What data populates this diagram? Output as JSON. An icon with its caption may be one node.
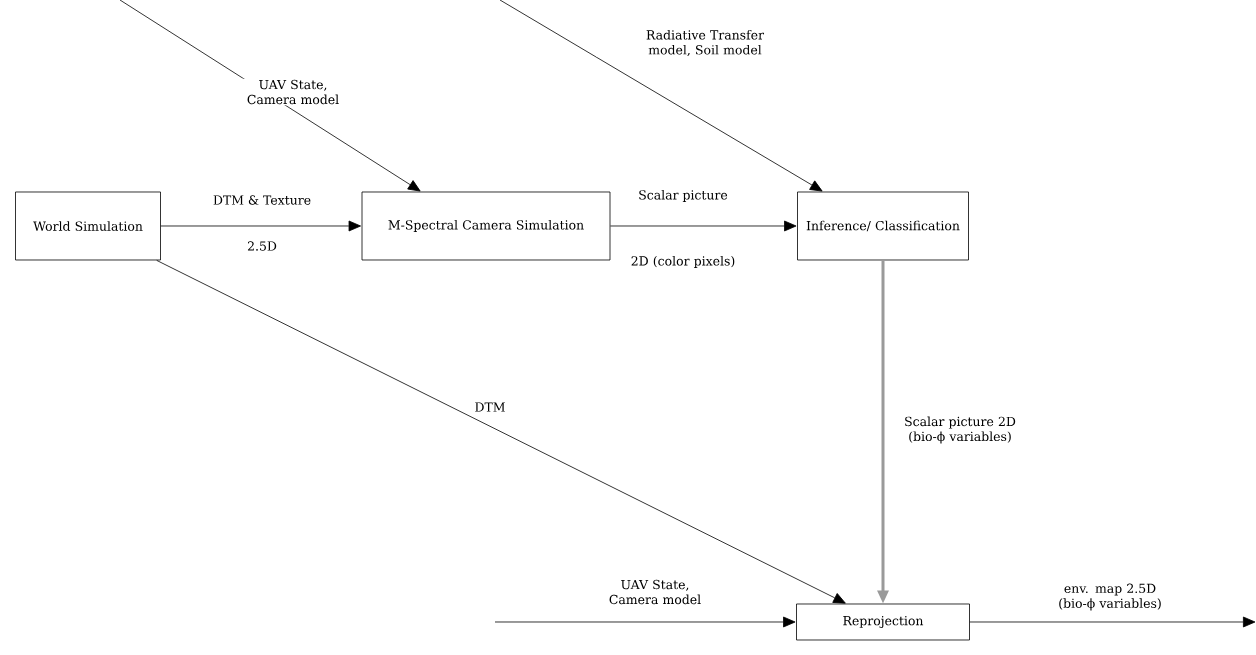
{
  "diagram": {
    "nodes": [
      {
        "text": [
          "World Simulation"
        ]
      },
      {
        "text": [
          "M-Spectral Camera Simulation"
        ]
      },
      {
        "text": [
          "Inference/ Classification"
        ]
      },
      {
        "text": [
          "Reprojection"
        ]
      }
    ],
    "edges": [
      {
        "from": null,
        "to": 1,
        "arrow": "to",
        "label": "UAV State, Camera model"
      },
      {
        "from": null,
        "to": 2,
        "arrow": "to",
        "label": "Radiative Transfer model, Soil model"
      },
      {
        "from": 0,
        "to": 1,
        "arrow": "to",
        "label": "DTM & Texture"
      },
      {
        "from": 1,
        "to": 2,
        "arrow": "to",
        "label": "Scalar picture"
      },
      {
        "from": 0,
        "to": 3,
        "arrow": "to",
        "label": "DTM"
      },
      {
        "from": 2,
        "to": 3,
        "arrow": "to",
        "label": "Scalar picture 2D (bio-ϕ variables)",
        "style": "thick",
        "color": "#9a9a9a"
      },
      {
        "from": null,
        "to": 3,
        "arrow": "to",
        "label": "UAV State, Camera model"
      },
      {
        "from": 3,
        "to": null,
        "arrow": "to",
        "label": "env. map 2.5D (bio-ϕ variables)"
      }
    ],
    "labels": [
      "2.5D",
      "2D (color pixels)"
    ]
  }
}
